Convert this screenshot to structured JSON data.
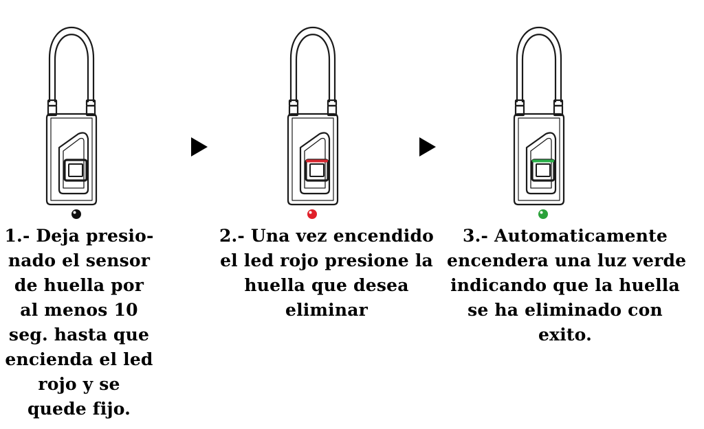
{
  "colors": {
    "outline": "#1a1a1a",
    "led_off": "#111111",
    "led_red": "#e0202a",
    "led_green": "#2aa13a",
    "sensor_red": "#d7272f",
    "sensor_green": "#2bb04a"
  },
  "steps": [
    {
      "led_state": "off",
      "text_lines": [
        "1.- Deja presio-",
        "nado el sensor",
        "de huella por",
        "al menos 10",
        "seg. hasta que",
        "encienda el led",
        "rojo y se",
        "quede fijo."
      ]
    },
    {
      "led_state": "red",
      "text_lines": [
        "2.- Una vez encendido",
        "el led rojo presione la",
        "huella que desea",
        "eliminar"
      ]
    },
    {
      "led_state": "green",
      "text_lines": [
        "3.- Automaticamente",
        "encendera una luz verde",
        "indicando que la huella",
        "se ha eliminado con",
        "exito."
      ]
    }
  ],
  "arrows": [
    {
      "icon": "play-arrow-icon"
    },
    {
      "icon": "play-arrow-icon"
    }
  ]
}
